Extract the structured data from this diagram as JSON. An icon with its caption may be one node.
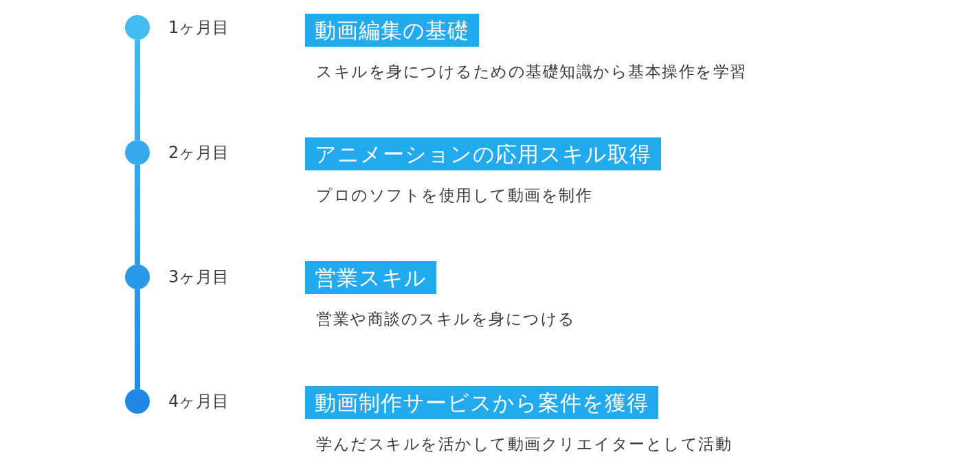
{
  "diagram": {
    "nodes": [
      {
        "text": [],
        "shape": "circle",
        "beside": [
          "1ヶ月目"
        ]
      },
      {
        "text": [
          "動画編集の基礎"
        ],
        "beside": [
          "スキルを身につけるための基礎知識から基本操作を学習"
        ]
      },
      {
        "text": [],
        "shape": "circle",
        "beside": [
          "2ヶ月目"
        ]
      },
      {
        "text": [
          "アニメーションの応用スキル取得"
        ],
        "beside": [
          "プロのソフトを使用して動画を制作"
        ]
      },
      {
        "text": [],
        "shape": "circle",
        "beside": [
          "3ヶ月目"
        ]
      },
      {
        "text": [
          "営業スキル"
        ],
        "beside": [
          "営業や商談のスキルを身につける"
        ]
      },
      {
        "text": [],
        "shape": "circle",
        "beside": [
          "4ヶ月目"
        ]
      },
      {
        "text": [
          "動画制作サービスから案件を獲得"
        ],
        "beside": [
          "学んだスキルを活かして動画クリエイターとして活動"
        ]
      }
    ],
    "edges": [
      {
        "from": 0,
        "to": 2,
        "arrow": "none"
      },
      {
        "from": 2,
        "to": 4,
        "arrow": "none"
      },
      {
        "from": 4,
        "to": 6,
        "arrow": "none"
      }
    ]
  }
}
